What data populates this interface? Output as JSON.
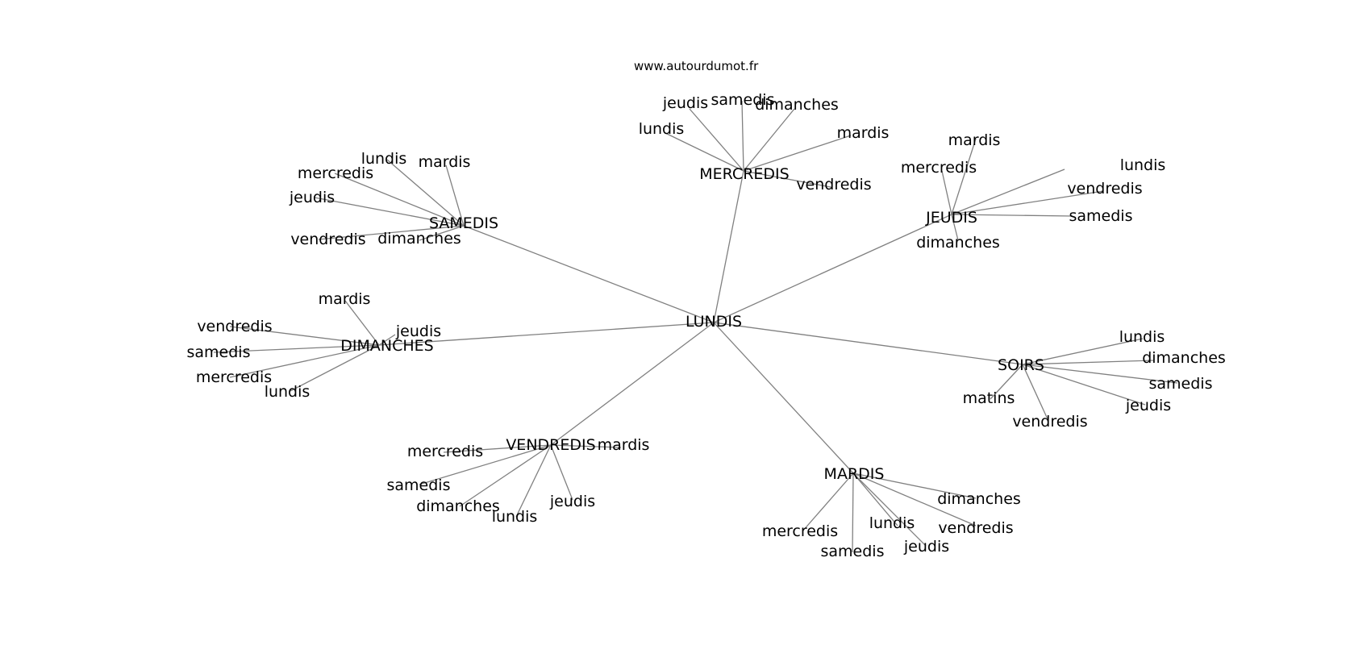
{
  "source_text": "www.autourdumot.fr",
  "colors": {
    "edge": "#808080",
    "text": "#000000",
    "background": "#ffffff"
  },
  "graph": {
    "center": "LUNDIS",
    "hubs": [
      {
        "id": "mercredis",
        "label": "MERCREDIS",
        "leaves": [
          "jeudis",
          "samedis",
          "dimanches",
          "lundis",
          "mardis",
          "vendredis"
        ]
      },
      {
        "id": "samedis",
        "label": "SAMEDIS",
        "leaves": [
          "lundis",
          "mardis",
          "mercredis",
          "jeudis",
          "vendredis",
          "dimanches"
        ]
      },
      {
        "id": "jeudis",
        "label": "JEUDIS",
        "leaves": [
          "mardis",
          "mercredis",
          "lundis",
          "vendredis",
          "samedis",
          "dimanches"
        ]
      },
      {
        "id": "dimanches",
        "label": "DIMANCHES",
        "leaves": [
          "mardis",
          "vendredis",
          "jeudis",
          "samedis",
          "mercredis",
          "lundis"
        ]
      },
      {
        "id": "soirs",
        "label": "SOIRS",
        "leaves": [
          "lundis",
          "dimanches",
          "samedis",
          "matins",
          "jeudis",
          "vendredis"
        ]
      },
      {
        "id": "vendredis",
        "label": "VENDREDIS",
        "leaves": [
          "mercredis",
          "mardis",
          "samedis",
          "dimanches",
          "lundis",
          "jeudis"
        ]
      },
      {
        "id": "mardis",
        "label": "MARDIS",
        "leaves": [
          "dimanches",
          "vendredis",
          "lundis",
          "mercredis",
          "samedis",
          "jeudis"
        ]
      }
    ]
  }
}
